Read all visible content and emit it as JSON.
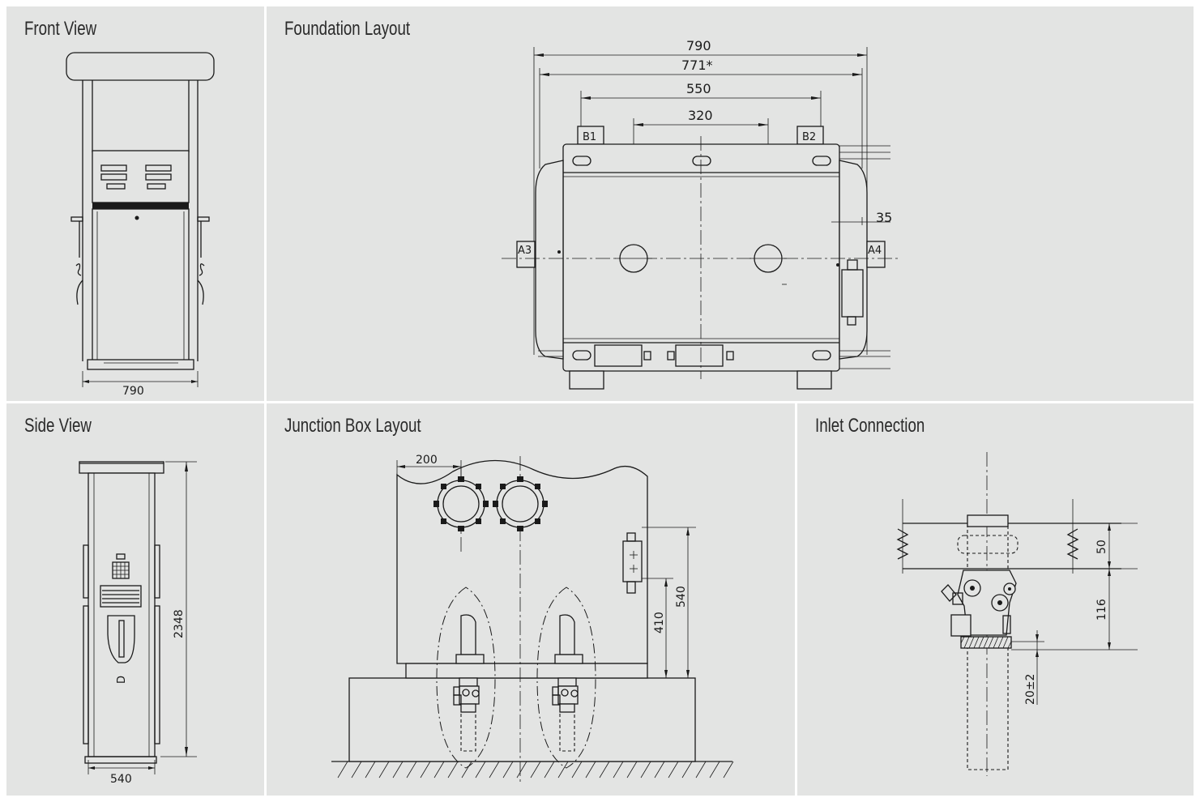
{
  "panels": {
    "front_view": {
      "title": "Front View",
      "dims": {
        "width": "790"
      }
    },
    "foundation_layout": {
      "title": "Foundation Layout",
      "dims": {
        "d1": "790",
        "d2": "771*",
        "d3": "550",
        "d4": "320",
        "d5": "35"
      },
      "labels": {
        "b1": "B1",
        "b2": "B2",
        "a3": "A3",
        "a4": "A4"
      }
    },
    "side_view": {
      "title": "Side View",
      "dims": {
        "height": "2348",
        "depth": "540"
      },
      "labels": {
        "nozzle": "D"
      }
    },
    "junction_box_layout": {
      "title": "Junction Box Layout",
      "dims": {
        "offset": "200",
        "h540": "540",
        "h410": "410"
      }
    },
    "inlet_connection": {
      "title": "Inlet Connection",
      "dims": {
        "d50": "50",
        "d116": "116",
        "d20": "20±2"
      }
    }
  },
  "colors": {
    "panel_background": "#e3e4e3",
    "line": "#1a1a1a",
    "divider": "#ffffff"
  }
}
